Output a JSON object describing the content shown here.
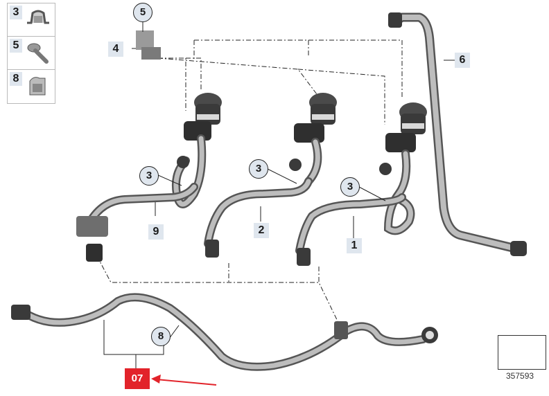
{
  "legend": {
    "items": [
      {
        "number": "3",
        "icon": "hose-clamp-icon"
      },
      {
        "number": "5",
        "icon": "screw-icon"
      },
      {
        "number": "8",
        "icon": "bracket-clip-icon"
      }
    ]
  },
  "callouts": {
    "bracket": "5",
    "holder": "4",
    "vent_pipe": "6",
    "clamp_left": "3",
    "clamp_center": "3",
    "clamp_right": "3",
    "line_left": "9",
    "line_center": "2",
    "line_right": "1",
    "bottom_clip": "8"
  },
  "highlight_badge": "07",
  "reference_number": "357593",
  "colors": {
    "callout_bg": "#dfe6ee",
    "badge_red": "#e2232a",
    "pipe_grey": "#8a8a8a",
    "valve_dark": "#3a3a3a"
  }
}
